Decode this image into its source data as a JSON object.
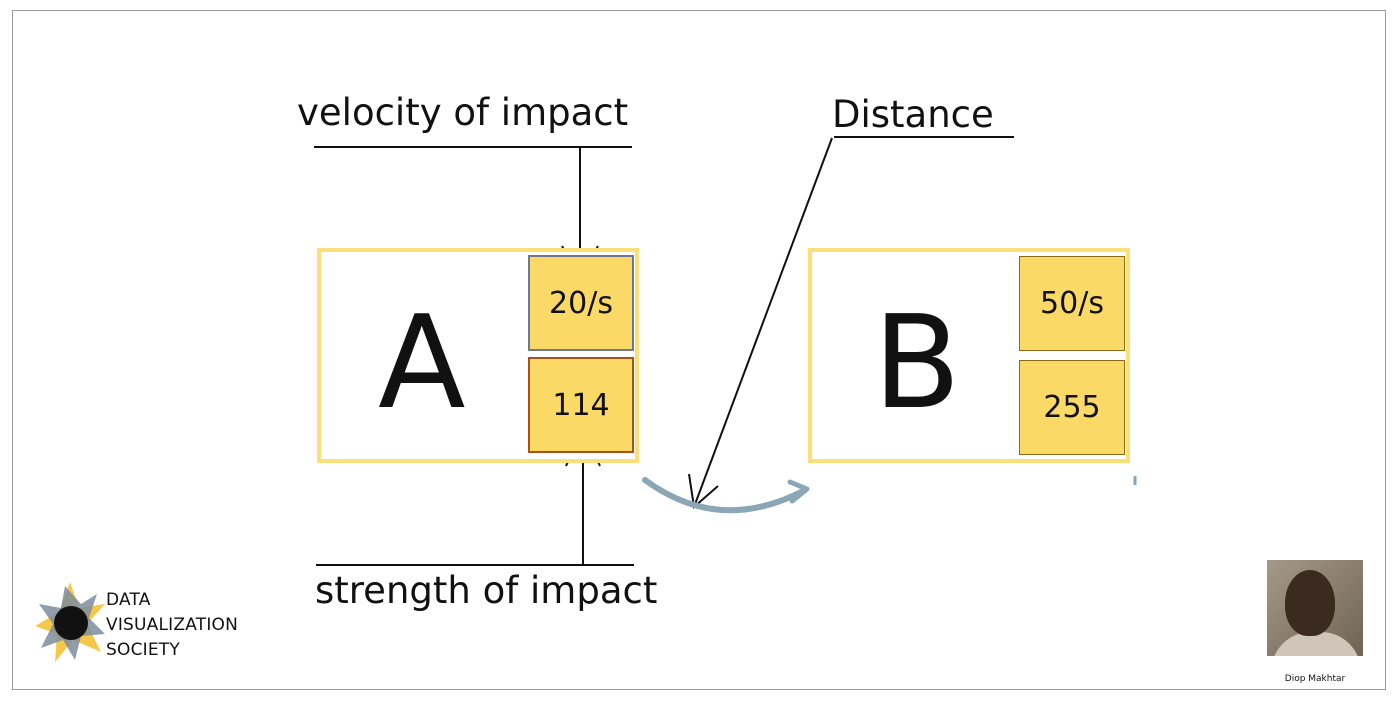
{
  "labels": {
    "velocity": "velocity of impact",
    "strength": "strength of impact",
    "distance": "Distance"
  },
  "node_a": {
    "letter": "A",
    "velocity": "20/s",
    "strength": "114"
  },
  "node_b": {
    "letter": "B",
    "velocity": "50/s",
    "strength": "255"
  },
  "logo": {
    "line1": "DATA",
    "line2": "VISUALIZATION",
    "line3": "SOCIETY"
  },
  "author": {
    "name": "Diop Makhtar"
  },
  "colors": {
    "box_border": "#fbe07a",
    "cell_fill": "#fbd967",
    "cell_border_a_top": "#6e7892",
    "cell_border_a_bottom": "#a8521a",
    "cell_border_b": "#8a6a1a",
    "curve": "#8ba6b5",
    "logo_star_light": "#f6c84a",
    "logo_star_dark": "#7f8c9c"
  },
  "icons": {
    "curve_arrow": "curved-arrow-icon",
    "logo_mark": "star-logo-icon"
  }
}
